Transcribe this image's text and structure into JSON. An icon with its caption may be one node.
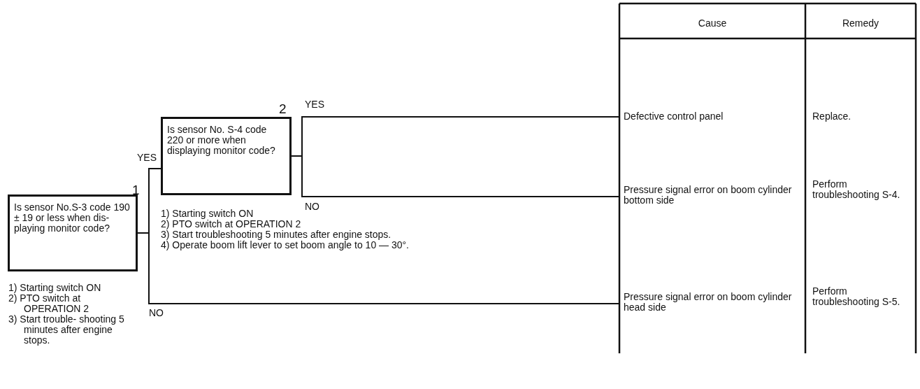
{
  "diagram": {
    "nodes": [
      {
        "text": [
          "Is sensor No.S-3 code 190 ± 19 or less when dis- playing monitor code?"
        ],
        "beside": [
          "1",
          "1) Starting switch ON",
          "2) PTO switch at OPERATION 2",
          "3) Start trouble- shooting 5 minutes after engine stops."
        ]
      },
      {
        "text": [
          "Is sensor No. S-4 code 220 or more when displaying monitor code?"
        ],
        "beside": [
          "2",
          "1) Starting switch ON",
          "2) PTO switch at OPERATION 2",
          "3) Start troubleshooting 5 minutes after engine stops.",
          "4) Operate boom lift lever to set boom angle to 10 — 30°."
        ]
      },
      {
        "text": [
          "Defective control panel"
        ]
      },
      {
        "text": [
          "Pressure signal error on boom cylinder bottom side"
        ]
      },
      {
        "text": [
          "Pressure signal error on boom cylinder head side"
        ]
      }
    ],
    "edges": [
      {
        "from": 0,
        "to": 1,
        "arrow": "none",
        "label": "YES"
      },
      {
        "from": 1,
        "to": 2,
        "arrow": "none",
        "label": "YES"
      },
      {
        "from": 1,
        "to": 3,
        "arrow": "none",
        "label": "NO"
      },
      {
        "from": 0,
        "to": 4,
        "arrow": "none",
        "label": "NO"
      }
    ],
    "labels": [
      "Cause",
      "Remedy",
      "Replace.",
      "Perform troubleshooting S-4.",
      "Perform troubleshooting S-5."
    ]
  }
}
